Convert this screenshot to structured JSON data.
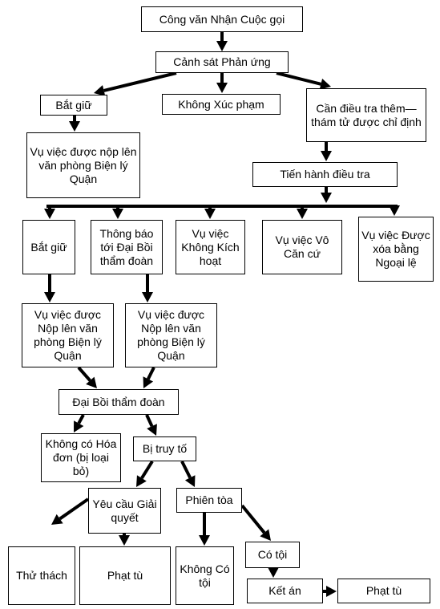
{
  "nodes": {
    "n01": "Công văn Nhận Cuộc gọi",
    "n02": "Cảnh sát Phản ứng",
    "n03": "Bắt giữ",
    "n04": "Không Xúc phạm",
    "n05": "Cần điều tra thêm—thám tử được chỉ định",
    "n06": "Vụ việc được nộp lên văn phòng Biện lý Quận",
    "n07": "Tiến hành điều tra",
    "n08": "Bắt giữ",
    "n09": "Thông báo tới Đại Bồi thẩm đoàn",
    "n10": "Vụ việc Không Kích hoạt",
    "n11": "Vụ việc Vô Căn cứ",
    "n12": "Vụ việc Được xóa bằng Ngoại lệ",
    "n13": "Vụ việc được Nộp lên văn phòng Biện lý Quận",
    "n14": "Vụ việc được Nộp lên văn phòng Biện lý Quận",
    "n15": "Đại Bồi thẩm đoàn",
    "n16": "Không có Hóa đơn (bị loại bỏ)",
    "n17": "Bị truy tố",
    "n18": "Yêu cầu Giải quyết",
    "n19": "Phiên tòa",
    "n20": "Thử thách",
    "n21": "Phạt tù",
    "n22": "Không Có tội",
    "n23": "Có tội",
    "n24": "Kết án",
    "n25": "Phạt tù"
  }
}
